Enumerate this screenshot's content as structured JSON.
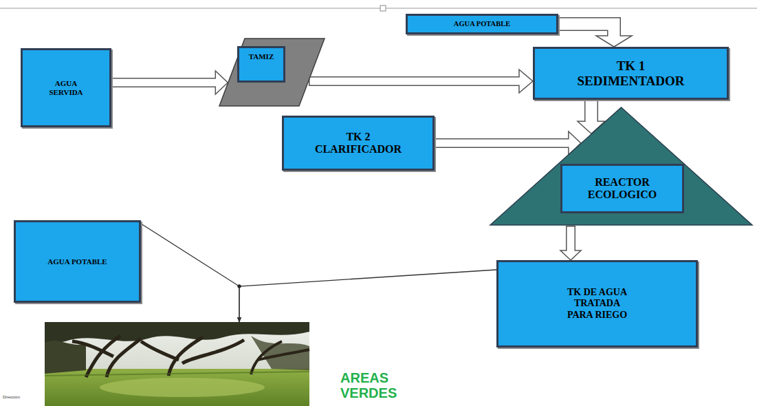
{
  "diagram": {
    "nodes": [
      {
        "text": [
          "AGUA SERVIDA"
        ]
      },
      {
        "text": [
          "TAMIZ"
        ]
      },
      {
        "text": [
          "AGUA POTABLE"
        ]
      },
      {
        "text": [
          "TK 1 SEDIMENTADOR"
        ]
      },
      {
        "text": [
          "TK 2 CLARIFICADOR"
        ]
      },
      {
        "text": [
          "REACTOR ECOLOGICO"
        ]
      },
      {
        "text": [
          "TK DE AGUA TRATADA PARA RIEGO"
        ]
      },
      {
        "text": [
          "AGUA POTABLE"
        ]
      },
      {
        "text": [
          "AREAS VERDES"
        ]
      }
    ],
    "edges": [
      {
        "from": 0,
        "to": 1,
        "arrow": "to"
      },
      {
        "from": 1,
        "to": 3,
        "arrow": "to"
      },
      {
        "from": 2,
        "to": 3,
        "arrow": "to"
      },
      {
        "from": 3,
        "to": 5,
        "arrow": "to"
      },
      {
        "from": 4,
        "to": 5,
        "arrow": "to"
      },
      {
        "from": 5,
        "to": 6,
        "arrow": "to"
      },
      {
        "from": 6,
        "to": 8,
        "arrow": "to"
      },
      {
        "from": 7,
        "to": 8,
        "arrow": "to"
      }
    ],
    "labels": [
      "Dirección"
    ]
  }
}
